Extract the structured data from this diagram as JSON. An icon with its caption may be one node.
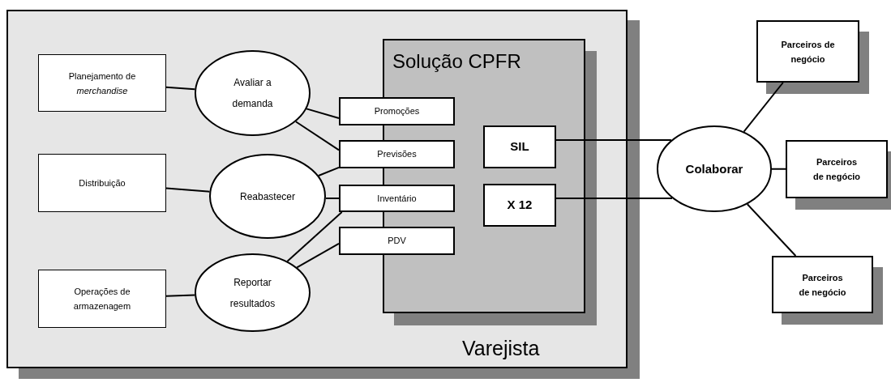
{
  "diagram": {
    "nodes": [
      {
        "text": [
          "Varejista"
        ]
      },
      {
        "text": [
          "Planejamento de *merchandise*"
        ],
        "in": 0
      },
      {
        "text": [
          "Distribuição"
        ],
        "in": 0
      },
      {
        "text": [
          "Operações de armazenagem"
        ],
        "in": 0
      },
      {
        "text": [
          "Avaliar a demanda"
        ],
        "in": 0
      },
      {
        "text": [
          "Reabastecer"
        ],
        "in": 0
      },
      {
        "text": [
          "Reportar resultados"
        ],
        "in": 0
      },
      {
        "text": [
          "Solução CPFR"
        ],
        "in": 0
      },
      {
        "text": [
          "Promoções"
        ],
        "in": 0
      },
      {
        "text": [
          "Previsões"
        ],
        "in": 0
      },
      {
        "text": [
          "Inventário"
        ],
        "in": 0
      },
      {
        "text": [
          "PDV"
        ],
        "in": 0
      },
      {
        "text": [
          "SIL"
        ],
        "in": 7
      },
      {
        "text": [
          "X 12"
        ],
        "in": 7
      },
      {
        "text": [
          "Colaborar"
        ]
      },
      {
        "text": [
          "Parceiros de negócio"
        ]
      },
      {
        "text": [
          "Parceiros de negócio"
        ]
      },
      {
        "text": [
          "Parceiros de negócio"
        ]
      }
    ],
    "edges": [
      {
        "from": 1,
        "to": 4,
        "arrow": "none"
      },
      {
        "from": 4,
        "to": 8,
        "arrow": "none"
      },
      {
        "from": 4,
        "to": 9,
        "arrow": "none"
      },
      {
        "from": 2,
        "to": 5,
        "arrow": "none"
      },
      {
        "from": 5,
        "to": 9,
        "arrow": "none"
      },
      {
        "from": 5,
        "to": 10,
        "arrow": "none"
      },
      {
        "from": 3,
        "to": 6,
        "arrow": "none"
      },
      {
        "from": 6,
        "to": 10,
        "arrow": "none"
      },
      {
        "from": 6,
        "to": 11,
        "arrow": "none"
      },
      {
        "from": 12,
        "to": 14,
        "arrow": "none"
      },
      {
        "from": 13,
        "to": 14,
        "arrow": "none"
      },
      {
        "from": 14,
        "to": 15,
        "arrow": "none"
      },
      {
        "from": 14,
        "to": 16,
        "arrow": "none"
      },
      {
        "from": 14,
        "to": 17,
        "arrow": "none"
      }
    ]
  }
}
